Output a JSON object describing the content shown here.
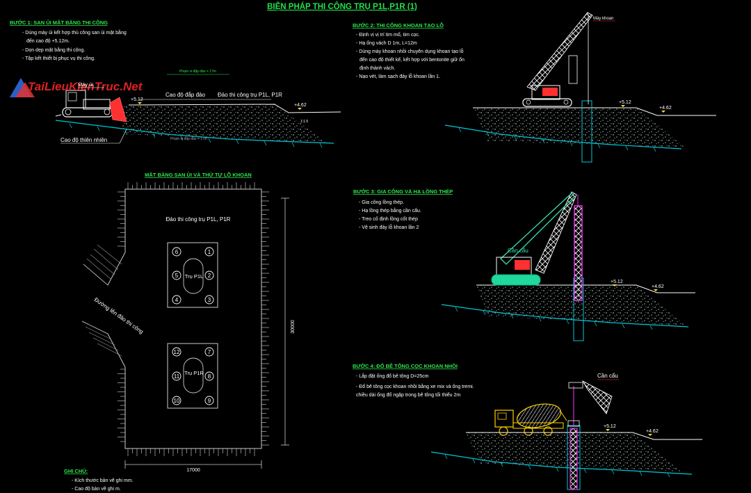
{
  "title": "BIỆN PHÁP THI CÔNG TRỤ P1L,P1R (1)",
  "watermark": "TaiLieuKienTruc.Net",
  "colors": {
    "title": "#22e04a",
    "heading": "#2ee84e",
    "text": "#ffffff",
    "ground": "#00c8d8",
    "fill": "#5e6b6b",
    "crane": "#ffffff",
    "accent_red": "#ff3030",
    "magenta": "#ff30ff",
    "yellow": "#ffd400",
    "level": "#ffdd33",
    "grid": "#cccccc"
  },
  "step1": {
    "heading": "BƯỚC 1: SAN ỦI MẶT BẰNG THI CÔNG",
    "lines": [
      "- Dùng máy ủi kết hợp thủ công san ủi mặt bằng",
      "đến cao độ +5.12m.",
      "- Dọn dẹp mặt bằng thi công.",
      "- Tập kết thiết bị phục vụ thi công."
    ],
    "label_machine": "Máy ủi",
    "label_fill_level": "Cao độ đắp đảo",
    "label_island": "Đảo thi công trụ P1L, P1R",
    "label_natural": "Cao độ thiên nhiên",
    "label_range": "Phạm vi đắp đảo = 17m",
    "level_a": "+5.12",
    "level_b": "+4.62",
    "slope": "1:1.5",
    "dim_bottom": "Phạm vi đắp đảo = 17m"
  },
  "plan": {
    "heading": "MẶT BẰNG SAN ỦI VÀ THỨ TỰ LỖ KHOAN",
    "island_label": "Đảo thi công trụ P1L, P1R",
    "road_label": "Đường lên đảo thi công",
    "pier_l": "Trụ P1L",
    "pier_r": "Trụ P1R",
    "holes_l": [
      "6",
      "1",
      "5",
      "2",
      "4",
      "3"
    ],
    "holes_r": [
      "12",
      "7",
      "11",
      "8",
      "10",
      "9"
    ],
    "dim_width": "17000",
    "dim_height": "30000"
  },
  "notes": {
    "heading": "GHI CHÚ:",
    "lines": [
      "- Kích thước bản vẽ ghi mm.",
      "- Cao độ bản vẽ ghi m."
    ]
  },
  "step2": {
    "heading": "BƯỚC 2: THI CÔNG KHOAN TẠO LỖ",
    "lines": [
      "- Định vị vị trí tim mố, tim cọc.",
      "- Hạ ống vách D 1m, L=12m",
      "- Dùng máy khoan nhồi chuyên dụng khoan tạo lỗ",
      "đến cao độ thiết kế, kết hợp với bentonite giữ ổn",
      "định thành vách.",
      "- Nạo vét, làm sạch đáy lỗ khoan lần 1."
    ],
    "label_machine": "Máy khoan",
    "level_a": "+5.12",
    "level_b": "+4.62"
  },
  "step3": {
    "heading": "BƯỚC 3: GIA CÔNG VÀ HẠ LỒNG THÉP",
    "lines": [
      "- Gia công lồng thép.",
      "- Hạ lồng thép bằng cần cẩu.",
      "- Treo cố định lồng cốt thép",
      "- Vệ sinh đáy lỗ khoan lần 2"
    ],
    "label_crane": "Cần cẩu",
    "level_a": "+5.12",
    "level_b": "+4.62"
  },
  "step4": {
    "heading": "BƯỚC 4: ĐỔ BÊ TÔNG CỌC KHOAN NHỒI",
    "lines": [
      "- Lắp đặt ống đổ bê tông D=25cm",
      "- Đổ bê tông cọc khoan nhồi bằng xe mix và ống tremi.",
      "chiều dài ống đổ ngập trong bê tông tối thiểu 2m"
    ],
    "label_crane": "Cần cẩu",
    "level_a": "+5.12",
    "level_b": "+4.62"
  }
}
